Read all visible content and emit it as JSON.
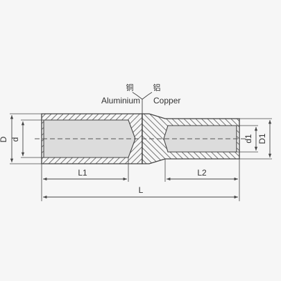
{
  "labels": {
    "cn_copper": "铜",
    "cn_aluminium": "铝",
    "aluminium": "Aluminium",
    "copper": "Copper",
    "D": "D",
    "d": "d",
    "d1": "d1",
    "D1": "D1",
    "L1": "L1",
    "L2": "L2",
    "L": "L"
  },
  "colors": {
    "background": "#f6f6f6",
    "outline": "#444444",
    "hatch": "#555555",
    "bore_fill": "#dcdcdc",
    "text": "#333333"
  }
}
